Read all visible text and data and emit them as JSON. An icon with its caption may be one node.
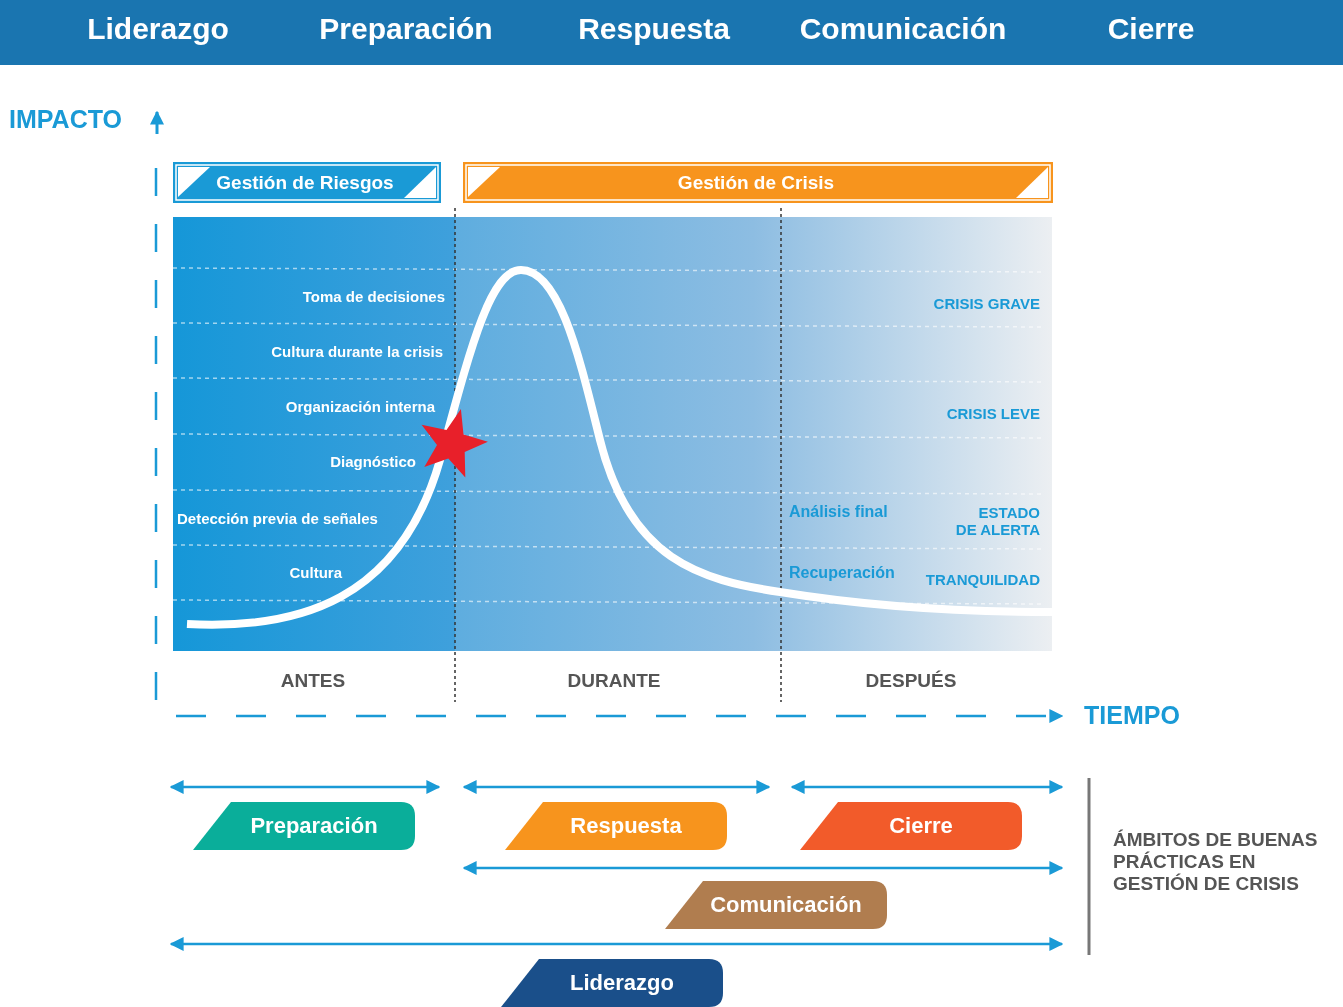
{
  "diagram": {
    "nodes": [
      {
        "text": [
          "Gestión de Riesgos"
        ]
      },
      {
        "text": [
          "Gestión de Crisis"
        ]
      },
      {
        "text": [
          "Preparación"
        ]
      },
      {
        "text": [
          "Respuesta"
        ]
      },
      {
        "text": [
          "Cierre"
        ]
      },
      {
        "text": [
          "Comunicación"
        ]
      },
      {
        "text": [
          "Liderazgo"
        ]
      }
    ],
    "edges": [],
    "labels": [
      "Liderazgo",
      "Preparación",
      "Respuesta",
      "Comunicación",
      "Cierre",
      "IMPACTO",
      "Toma de decisiones",
      "Cultura durante la crisis",
      "Organización interna",
      "Diagnóstico",
      "Detección previa de señales",
      "Cultura",
      "CRISIS GRAVE",
      "CRISIS LEVE",
      "Análisis final",
      "ESTADO DE ALERTA",
      "Recuperación",
      "TRANQUILIDAD",
      "ANTES",
      "DURANTE",
      "DESPUÉS",
      "TIEMPO",
      "ÁMBITOS DE BUENAS PRÁCTICAS EN GESTIÓN DE CRISIS"
    ]
  }
}
